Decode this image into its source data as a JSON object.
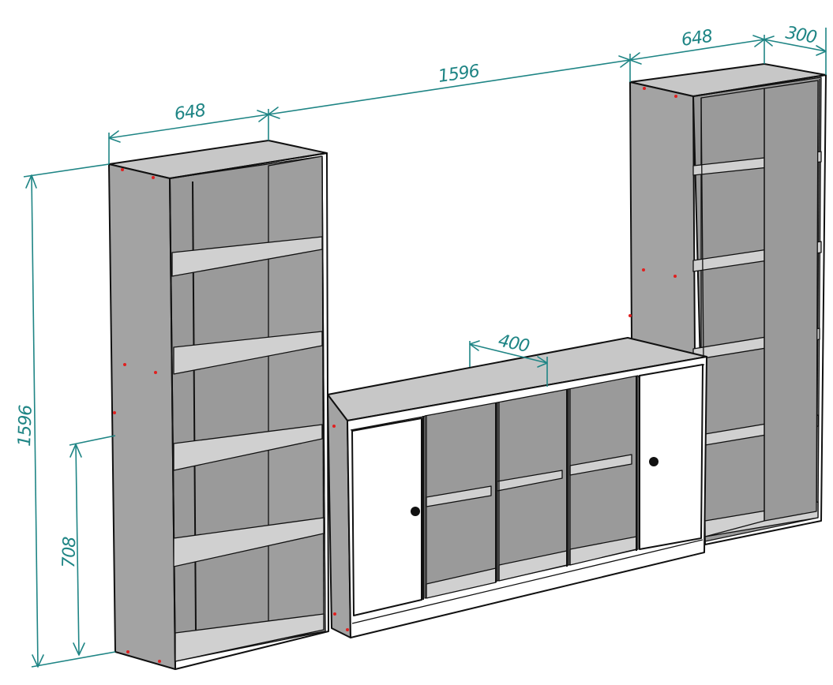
{
  "dimensions": {
    "left_width": "648",
    "gap": "1596",
    "right_width": "648",
    "depth": "300",
    "total_height": "1596",
    "cabinet_height": "708",
    "cabinet_depth": "400"
  },
  "colors": {
    "dimension": "#1f8585",
    "panel_side": "#a3a3a3",
    "panel_back": "#9a9a9a",
    "panel_top": "#c7c7c7",
    "shelf": "#d0d0d0",
    "door": "#ffffff",
    "edge": "#111111",
    "marker": "#e02020"
  },
  "icons": {
    "door_knob": "knob-icon"
  }
}
